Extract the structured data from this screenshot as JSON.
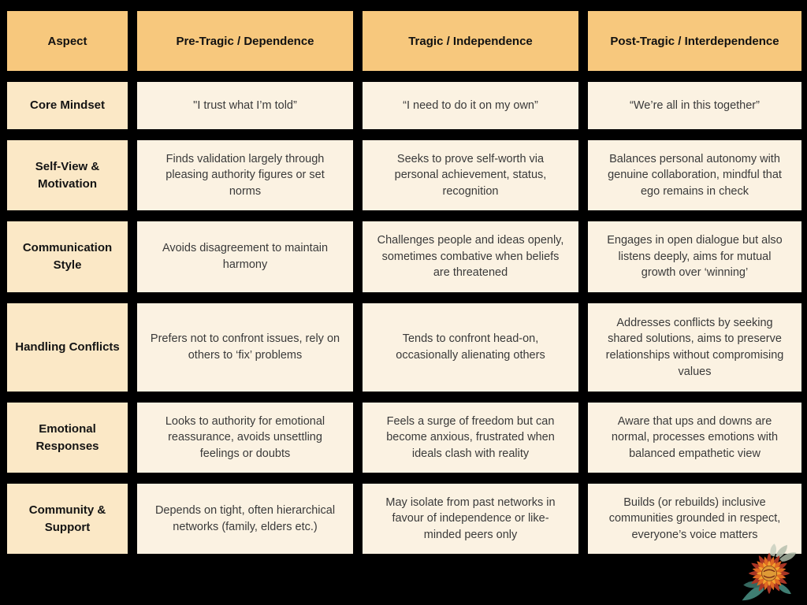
{
  "table": {
    "columns": [
      "Aspect",
      "Pre-Tragic / Dependence",
      "Tragic / Independence",
      "Post-Tragic / Interdependence"
    ],
    "rows": [
      [
        "Core Mindset",
        "\"I trust what I’m told”",
        "“I need to do it on my own”",
        "“We’re all in this together”"
      ],
      [
        "Self-View & Motivation",
        "Finds validation largely through pleasing authority figures or set norms",
        "Seeks to prove self-worth via personal achievement, status, recognition",
        "Balances personal autonomy with genuine collaboration, mindful that ego remains in check"
      ],
      [
        "Communication Style",
        "Avoids disagreement to maintain harmony",
        "Challenges people and ideas openly, sometimes combative when beliefs are threatened",
        "Engages in open dialogue but also listens deeply, aims for mutual growth over ‘winning’"
      ],
      [
        "Handling Conflicts",
        "Prefers not to confront issues, rely on others to ‘fix’ problems",
        "Tends to confront head-on, occasionally alienating others",
        "Addresses conflicts by seeking shared solutions, aims to preserve relationships without compromising values"
      ],
      [
        "Emotional Responses",
        "Looks to authority for emotional reassurance, avoids unsettling feelings or doubts",
        "Feels a surge of freedom but can become anxious, frustrated when ideals clash with reality",
        "Aware that ups and downs are normal, processes emotions with balanced empathetic view"
      ],
      [
        "Community & Support",
        "Depends on tight, often hierarchical networks (family, elders etc.)",
        "May isolate from past networks in favour of independence or like-minded peers only",
        "Builds (or rebuilds) inclusive communities grounded in respect, everyone’s voice matters"
      ]
    ]
  },
  "logo": {
    "icon": "sunflower-logo"
  },
  "colors": {
    "page_background": "#000000",
    "header_background": "#F7C87D",
    "aspect_background": "#FBE8C6",
    "cell_background": "#FBF2E2",
    "header_text": "#111111",
    "body_text": "#3a3a3a",
    "logo_petal_dark": "#A93524",
    "logo_petal_orange": "#E06A22",
    "logo_petal_gold": "#F2A330",
    "logo_center": "#DF9A36",
    "logo_leaf_teal": "#3F7D72",
    "logo_leaf_pale": "#B9C2B0"
  }
}
